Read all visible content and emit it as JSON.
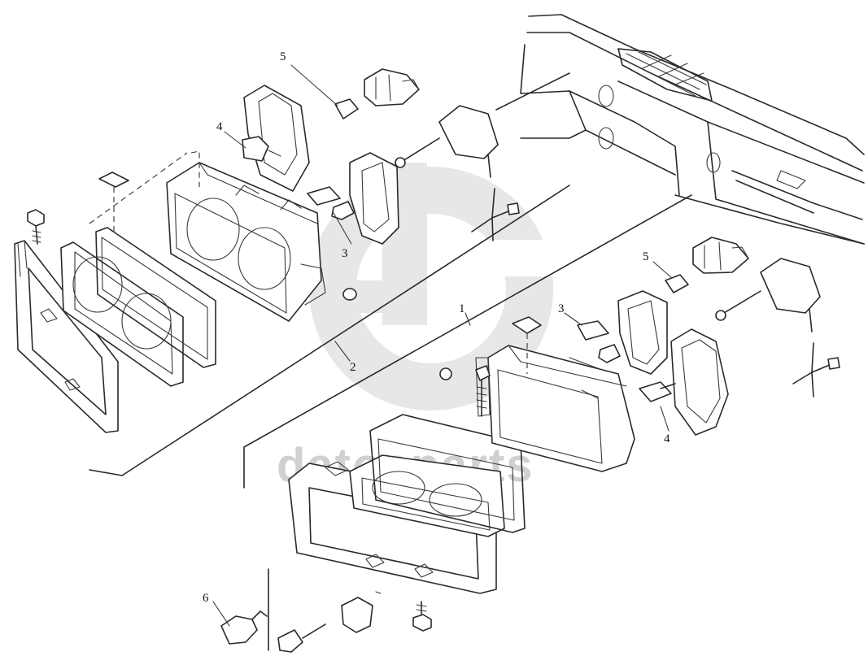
{
  "callouts": {
    "c1": "1",
    "c2": "2",
    "c3a": "3",
    "c3b": "3",
    "c4a": "4",
    "c4b": "4",
    "c5a": "5",
    "c5b": "5",
    "c6": "6"
  },
  "watermark": {
    "text": "datosparts"
  },
  "colors": {
    "line": "#2a2a2a",
    "watermark": "#cfcfcf",
    "background": "#ffffff"
  }
}
